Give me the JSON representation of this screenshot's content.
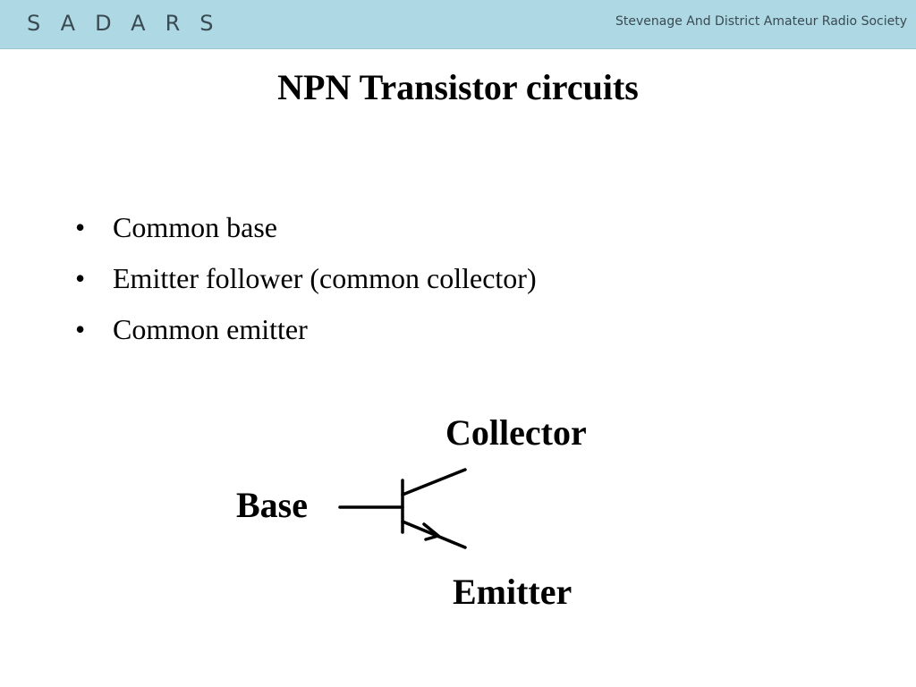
{
  "header": {
    "logo": "SADARS",
    "society": "Stevenage And District Amateur Radio Society"
  },
  "slide": {
    "title": "NPN Transistor circuits",
    "bullets": [
      "Common base",
      "Emitter follower (common collector)",
      "Common emitter"
    ],
    "bullet_glyph": "•"
  },
  "diagram": {
    "collector_label": "Collector",
    "base_label": "Base",
    "emitter_label": "Emitter"
  },
  "colors": {
    "banner": "#aed9e4",
    "text": "#000000"
  }
}
